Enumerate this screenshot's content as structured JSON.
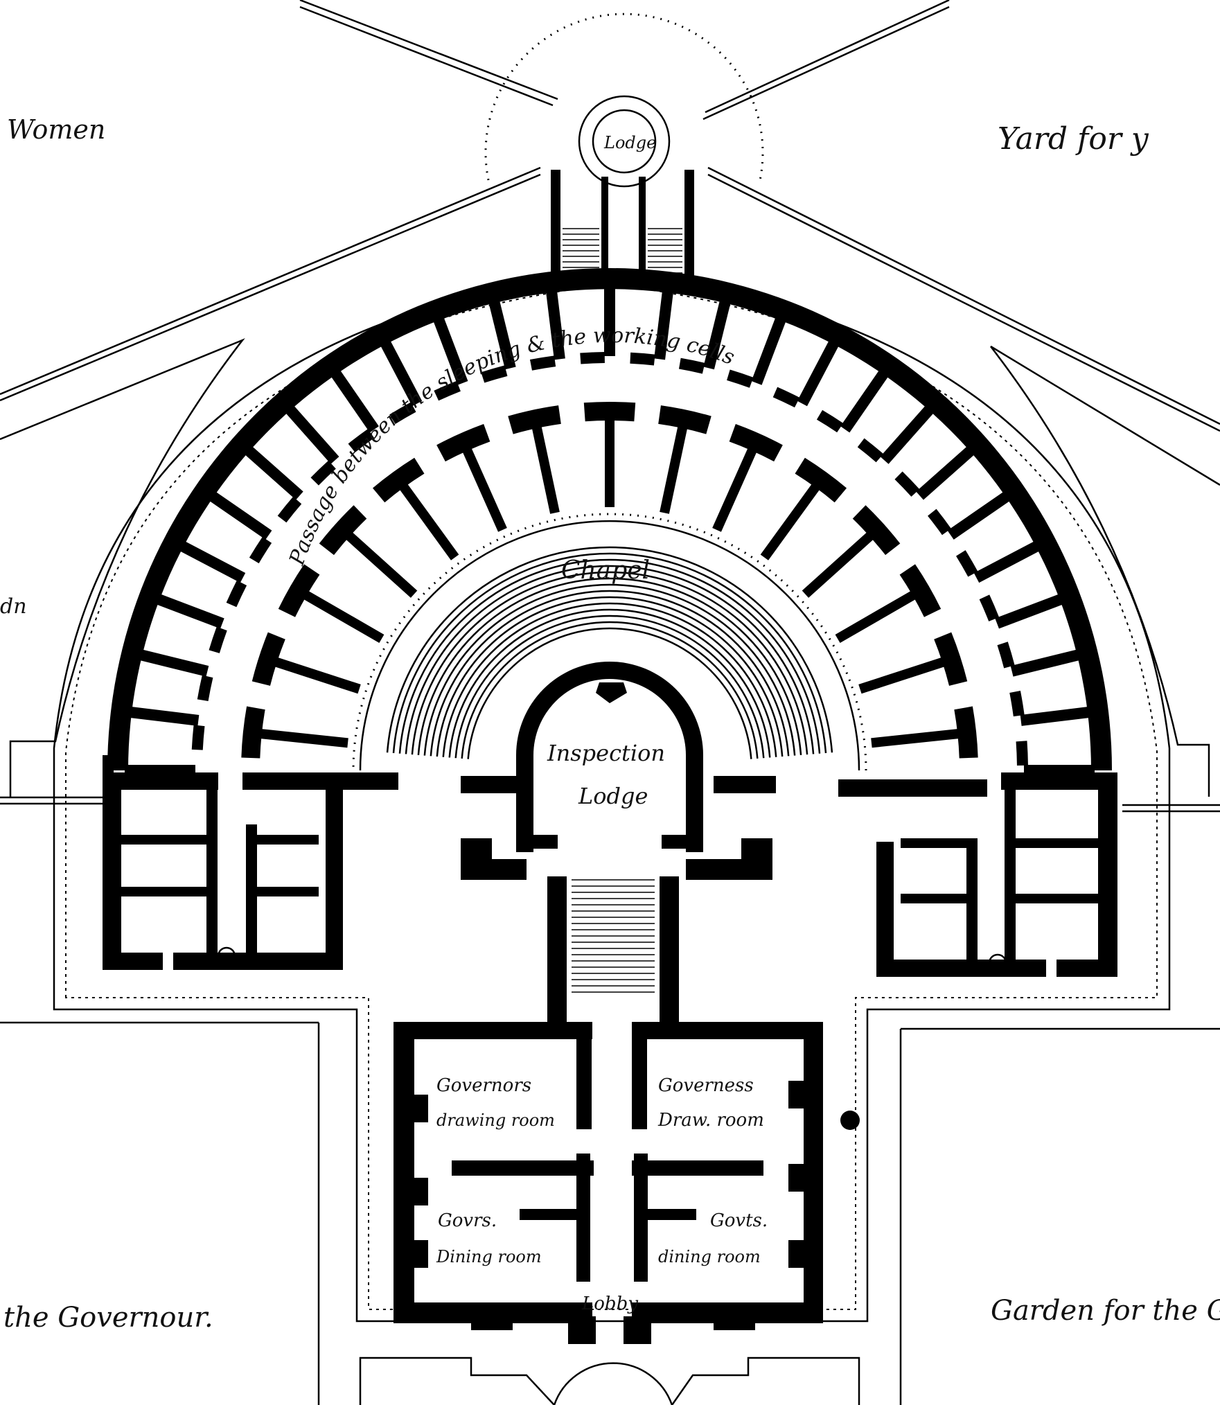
{
  "drawing": {
    "colors": {
      "ink": "#000000",
      "paper": "#ffffff"
    },
    "labels": {
      "women": "Women",
      "yard": "Yard for y",
      "lodge": "Lodge",
      "left_edge": "dn",
      "passage": "Passage between the sleeping & the working cells",
      "chapel": "Chapel",
      "inspection_1": "Inspection",
      "inspection_2": "Lodge",
      "gov_drawing_1": "Governors",
      "gov_drawing_2": "drawing room",
      "gov_draw_r_1": "Governess",
      "gov_draw_r_2": "Draw. room",
      "gov_dining_1": "Govrs.",
      "gov_dining_2": "Dining room",
      "gov_dining_r_1": "Govts.",
      "gov_dining_r_2": "dining room",
      "lobby": "Lobby",
      "governour": "the Governour.",
      "garden": "Garden for the G"
    }
  }
}
